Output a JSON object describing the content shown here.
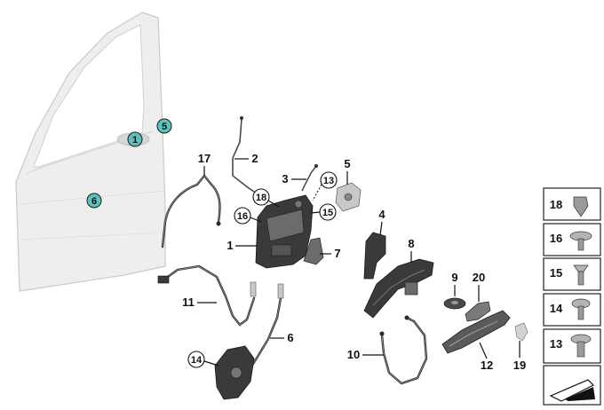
{
  "watermark": "",
  "callouts": {
    "door_1": "1",
    "door_5": "5",
    "door_6": "6",
    "p17": "17",
    "p2": "2",
    "p3": "3",
    "p18": "18",
    "p13": "13",
    "p5": "5",
    "p16": "16",
    "p15": "15",
    "p1": "1",
    "p7": "7",
    "p4": "4",
    "p8": "8",
    "p9": "9",
    "p20": "20",
    "p11": "11",
    "p6": "6",
    "p14": "14",
    "p10": "10",
    "p12": "12",
    "p19": "19"
  },
  "legend": {
    "items": [
      "18",
      "16",
      "15",
      "14",
      "13"
    ]
  },
  "colors": {
    "door_panel": "#eeeeef",
    "callout_teal": "#5bc3bd",
    "part_dark": "#3a3a3c"
  }
}
